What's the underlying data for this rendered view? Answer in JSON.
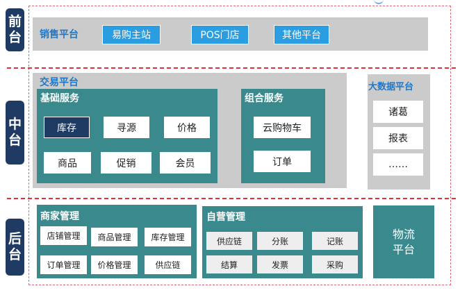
{
  "tiers": {
    "front": [
      "前",
      "台"
    ],
    "middle": [
      "中",
      "台"
    ],
    "back": [
      "后",
      "台"
    ]
  },
  "front": {
    "title": "销售平台",
    "buttons": [
      "易购主站",
      "POS门店",
      "其他平台"
    ]
  },
  "trade": {
    "title": "交易平台",
    "basic": {
      "title": "基础服务",
      "items": [
        "库存",
        "寻源",
        "价格",
        "商品",
        "促销",
        "会员"
      ]
    },
    "combo": {
      "title": "组合服务",
      "items": [
        "云购物车",
        "订单"
      ]
    }
  },
  "bigdata": {
    "title": "大数据平台",
    "items": [
      "诸葛",
      "报表",
      "……"
    ]
  },
  "merchant": {
    "title": "商家管理",
    "items": [
      "店铺管理",
      "商品管理",
      "库存管理",
      "订单管理",
      "价格管理",
      "供应链"
    ]
  },
  "self": {
    "title": "自营管理",
    "items": [
      "供应链",
      "分账",
      "记账",
      "结算",
      "发票",
      "采购"
    ]
  },
  "logistics": [
    "物流",
    "平台"
  ],
  "colors": {
    "navy": "#1f3b63",
    "teal": "#3a8a8d",
    "blue": "#2a9ee0",
    "gray": "#cbcbcb",
    "red_dash": "#e0303c"
  }
}
